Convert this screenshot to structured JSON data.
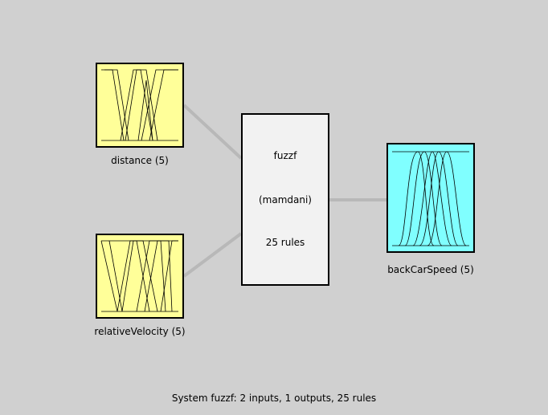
{
  "system": {
    "name": "fuzzf",
    "method": "(mamdani)",
    "rules": "25 rules"
  },
  "inputs": [
    {
      "label": "distance (5)"
    },
    {
      "label": "relativeVelocity (5)"
    }
  ],
  "output": {
    "label": "backCarSpeed (5)"
  },
  "status": "System fuzzf: 2 inputs, 1 outputs, 25 rules",
  "colors": {
    "background": "#d0d0d0",
    "input_fill": "#ffff99",
    "output_fill": "#80ffff",
    "system_fill": "#f2f2f2",
    "connector": "#b8b8b8"
  }
}
